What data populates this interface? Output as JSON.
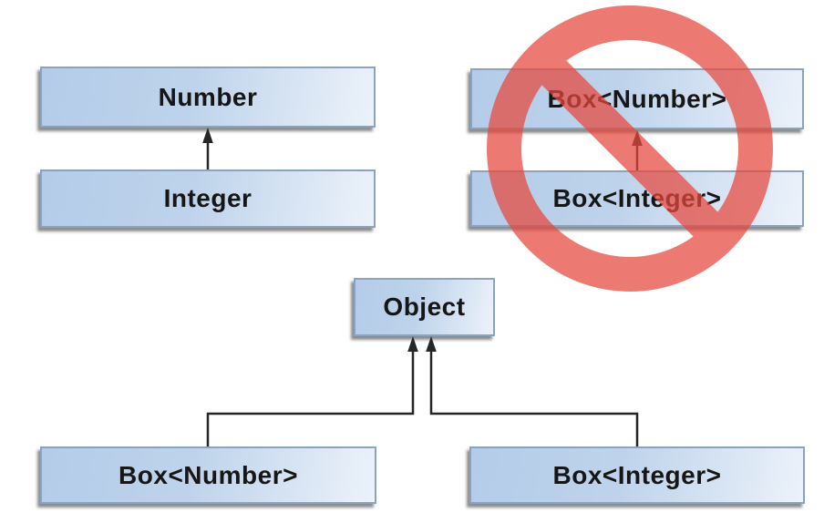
{
  "diagram": {
    "description": "Class hierarchy diagram: Integer is a subtype of Number, but Box<Integer> is NOT a subtype of Box<Number>; both Box<Number> and Box<Integer> are subtypes of Object.",
    "nodes": [
      {
        "id": "number",
        "label": "Number"
      },
      {
        "id": "integer",
        "label": "Integer"
      },
      {
        "id": "box-number-top",
        "label": "Box<Number>"
      },
      {
        "id": "box-integer-top",
        "label": "Box<Integer>"
      },
      {
        "id": "object",
        "label": "Object"
      },
      {
        "id": "box-number-bottom",
        "label": "Box<Number>"
      },
      {
        "id": "box-integer-bottom",
        "label": "Box<Integer>"
      }
    ],
    "relations": [
      {
        "from": "integer",
        "to": "number",
        "type": "extends"
      },
      {
        "from": "box-integer-top",
        "to": "box-number-top",
        "type": "extends-prohibited"
      },
      {
        "from": "box-number-bottom",
        "to": "object",
        "type": "extends"
      },
      {
        "from": "box-integer-bottom",
        "to": "object",
        "type": "extends"
      }
    ],
    "colors": {
      "node_fill_left": "#b4cce9",
      "node_fill_right": "#ecf2fa",
      "node_border": "#8ba3be",
      "arrow": "#262626",
      "prohibition_sign": "#e7483d",
      "text": "#161616"
    },
    "sign": {
      "meaning": "not allowed",
      "opacity": "0.72"
    }
  }
}
